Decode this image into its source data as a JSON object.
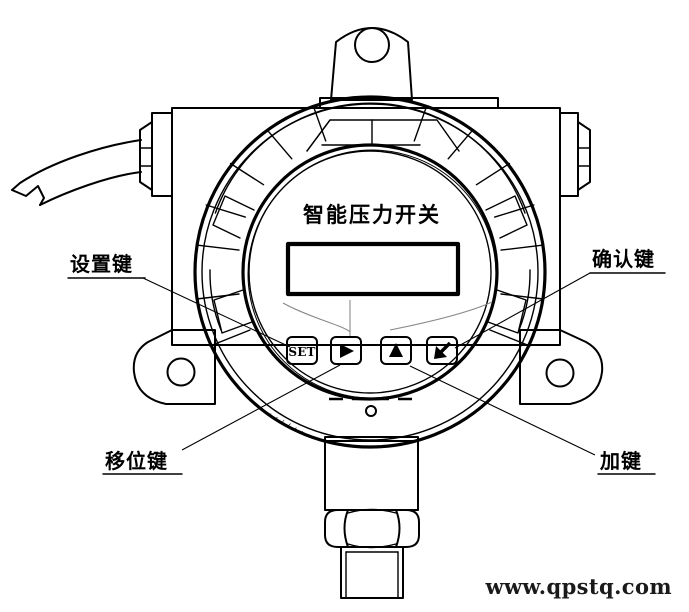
{
  "figure": {
    "kind": "technical-line-drawing",
    "subject": "intelligent pressure switch front view",
    "background_color": "#ffffff",
    "line_color": "#000000"
  },
  "faceplate": {
    "title": "智能压力开关",
    "display_value": ""
  },
  "keypad": {
    "buttons": [
      {
        "id": "set",
        "label": "SET",
        "glyph": "text"
      },
      {
        "id": "shift",
        "label": "▶",
        "glyph": "triangle-right"
      },
      {
        "id": "increment",
        "label": "▲",
        "glyph": "triangle-up"
      },
      {
        "id": "enter",
        "label": "↙",
        "glyph": "arrow-down-left"
      }
    ]
  },
  "callouts": [
    {
      "id": "set-key",
      "text": "设置键",
      "position": "top-left"
    },
    {
      "id": "confirm-key",
      "text": "确认键",
      "position": "top-right"
    },
    {
      "id": "shift-key",
      "text": "移位键",
      "position": "bottom-left"
    },
    {
      "id": "increment-key",
      "text": "加键",
      "position": "bottom-right"
    }
  ],
  "watermark": {
    "text": "www.qpstq.com"
  }
}
